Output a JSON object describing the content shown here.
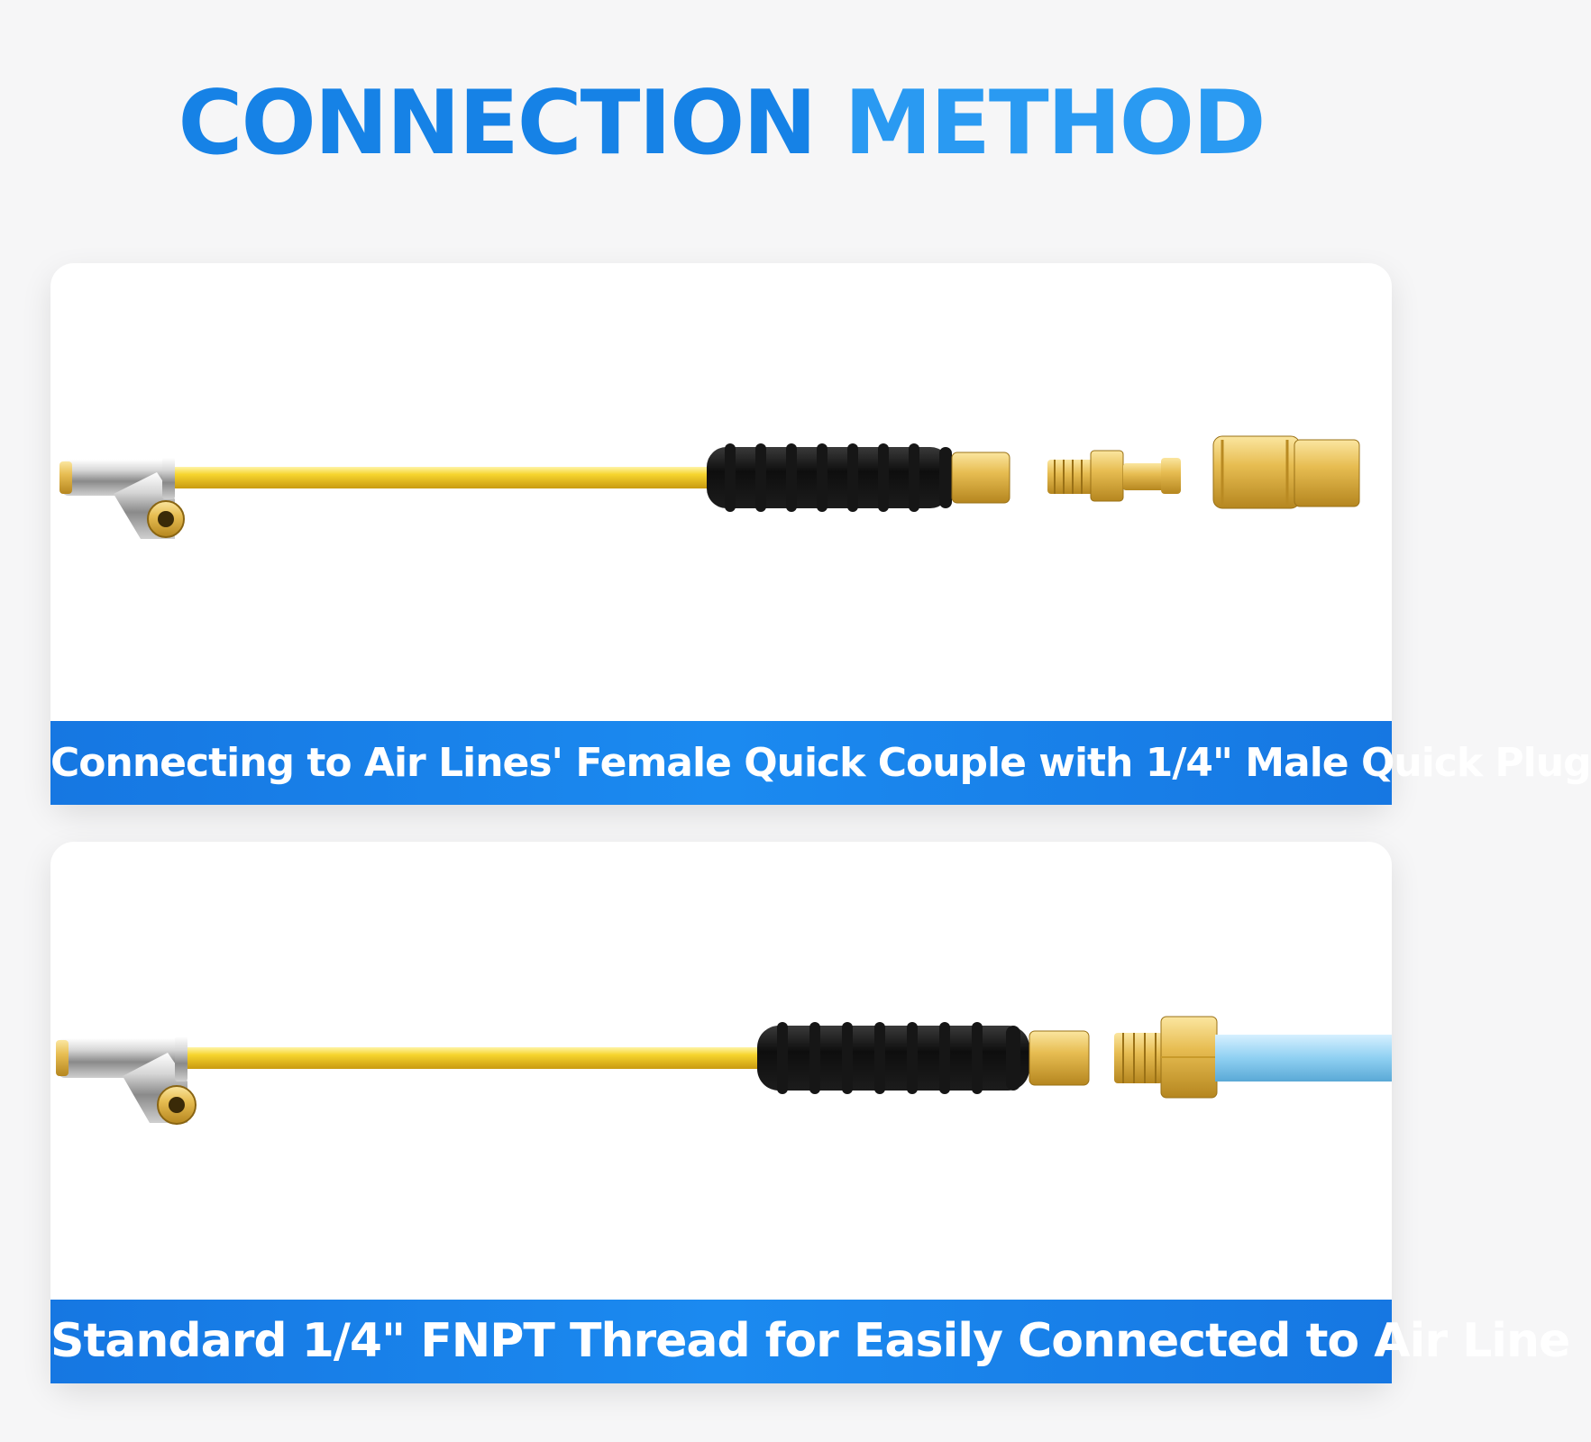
{
  "title": {
    "word1": "CONNECTION",
    "word2": "METHOD"
  },
  "panels": [
    {
      "caption": "Connecting to Air Lines' Female Quick Couple with 1/4\" Male Quick Plug",
      "parts": [
        "tire-chuck",
        "brass-rod",
        "rubber-grip",
        "fnpt-nut",
        "male-quick-plug",
        "female-quick-coupler"
      ]
    },
    {
      "caption": "Standard 1/4\" FNPT Thread for Easily Connected to Air Line",
      "parts": [
        "tire-chuck",
        "brass-rod",
        "rubber-grip",
        "fnpt-nut",
        "male-fitting",
        "air-hose"
      ]
    }
  ],
  "colors": {
    "title_dark": "#1682e6",
    "title_light": "#2a9af2",
    "caption_bar": "#1b8af0",
    "brass": "#e4b94a",
    "rod": "#f2cf2e",
    "grip": "#111111",
    "hose": "#8fd0f2"
  }
}
